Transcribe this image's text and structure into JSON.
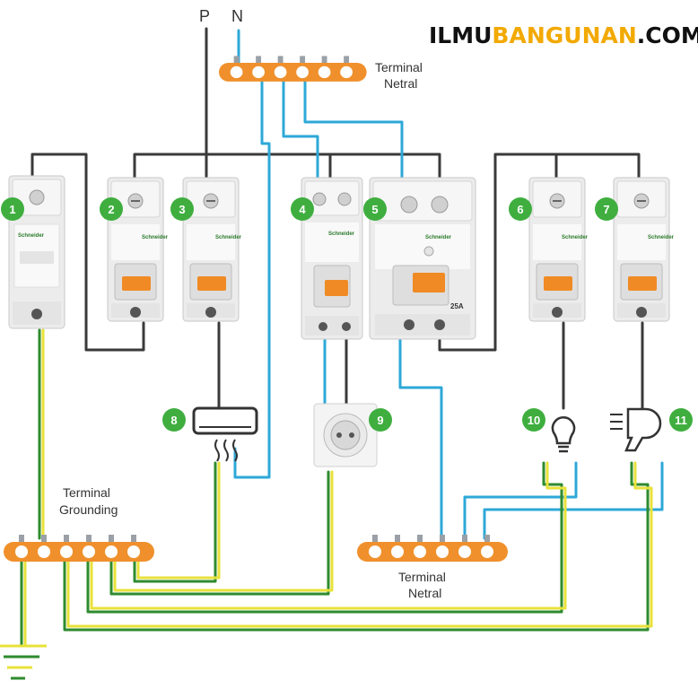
{
  "brand": {
    "part1": "ILMU",
    "part2": "BANGUNAN",
    "part3": ".COM"
  },
  "supply": {
    "phase": "P",
    "neutral": "N"
  },
  "terminal_neutral_top": {
    "line1": "Terminal",
    "line2": "Netral"
  },
  "terminal_neutral_bottom": {
    "line1": "Terminal",
    "line2": "Netral"
  },
  "terminal_grounding": {
    "line1": "Terminal",
    "line2": "Grounding"
  },
  "device_brand": "Schneider",
  "rcd_rating": "25A",
  "components": [
    {
      "num": "1",
      "type": "surge-protector"
    },
    {
      "num": "2",
      "type": "mcb"
    },
    {
      "num": "3",
      "type": "mcb"
    },
    {
      "num": "4",
      "type": "rcbo"
    },
    {
      "num": "5",
      "type": "rccb"
    },
    {
      "num": "6",
      "type": "mcb"
    },
    {
      "num": "7",
      "type": "mcb"
    },
    {
      "num": "8",
      "type": "air-conditioner"
    },
    {
      "num": "9",
      "type": "wall-socket"
    },
    {
      "num": "10",
      "type": "lamp"
    },
    {
      "num": "11",
      "type": "hair-dryer"
    }
  ],
  "colors": {
    "phase_wire": "#3a3a3a",
    "neutral_wire": "#2ea8d8",
    "ground_wire_green": "#2e8b2e",
    "ground_wire_yellow": "#e8e23a",
    "terminal_bar": "#f0902c",
    "badge": "#3fae3f",
    "lever": "#f08a24",
    "brand_accent": "#f2a900"
  }
}
